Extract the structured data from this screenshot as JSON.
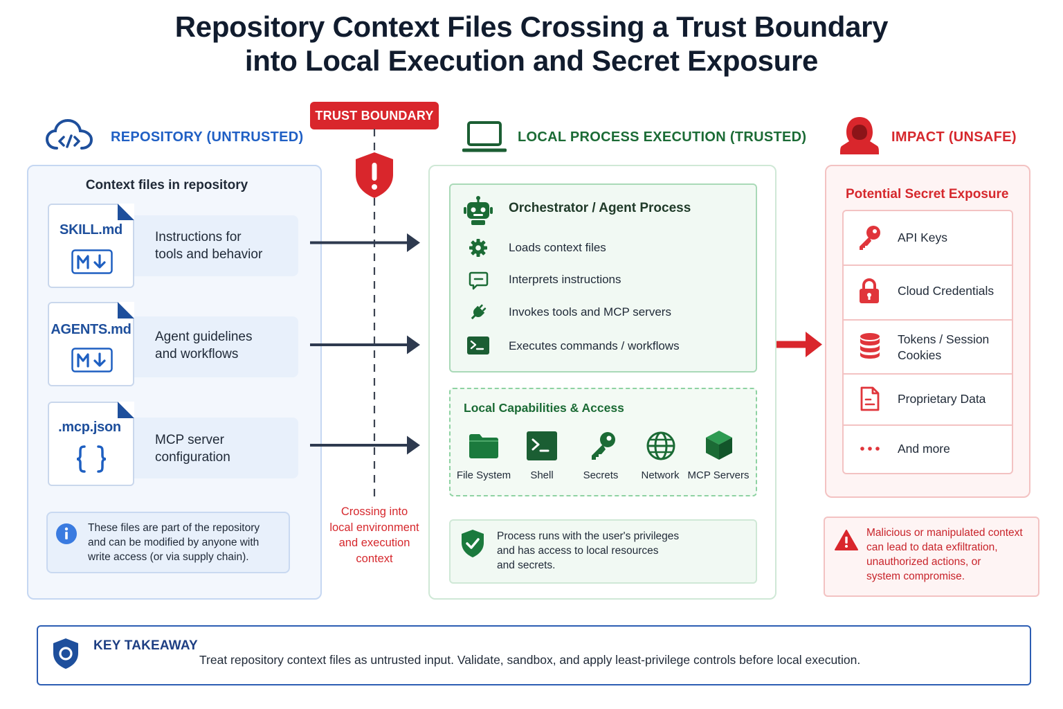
{
  "title_line1": "Repository Context Files Crossing a Trust Boundary",
  "title_line2": "into Local Execution and Secret Exposure",
  "repository": {
    "header": "REPOSITORY (UNTRUSTED)",
    "section_title": "Context files in repository",
    "files": [
      {
        "name": "SKILL.md",
        "desc_line1": "Instructions for",
        "desc_line2": "tools and behavior"
      },
      {
        "name": "AGENTS.md",
        "desc_line1": "Agent guidelines",
        "desc_line2": "and workflows"
      },
      {
        "name": ".mcp.json",
        "desc_line1": "MCP server",
        "desc_line2": "configuration"
      }
    ],
    "note_line1": "These files are part of the repository",
    "note_line2": "and can be modified by anyone with",
    "note_line3": "write access (or via supply chain)."
  },
  "boundary": {
    "label": "TRUST BOUNDARY",
    "caption_line1": "Crossing into",
    "caption_line2": "local environment",
    "caption_line3": "and execution",
    "caption_line4": "context"
  },
  "local": {
    "header": "LOCAL PROCESS EXECUTION (TRUSTED)",
    "orchestrator_title": "Orchestrator / Agent Process",
    "items": [
      {
        "label": "Loads context files",
        "icon": "gear-icon"
      },
      {
        "label": "Interprets instructions",
        "icon": "chat-icon"
      },
      {
        "label": "Invokes tools and MCP servers",
        "icon": "plug-icon"
      },
      {
        "label": "Executes commands / workflows",
        "icon": "terminal-icon"
      }
    ],
    "capabilities_title": "Local Capabilities & Access",
    "capabilities": [
      {
        "label": "File System",
        "icon": "folder-icon"
      },
      {
        "label": "Shell",
        "icon": "terminal-icon"
      },
      {
        "label": "Secrets",
        "icon": "key-icon"
      },
      {
        "label": "Network",
        "icon": "globe-icon"
      },
      {
        "label": "MCP Servers",
        "icon": "cube-icon"
      }
    ],
    "privilege_line1": "Process runs with the user's privileges",
    "privilege_line2": "and has access to local resources",
    "privilege_line3": "and secrets."
  },
  "impact": {
    "header": "IMPACT (UNSAFE)",
    "exposure_title": "Potential Secret Exposure",
    "items": [
      {
        "line1": "API Keys",
        "line2": "",
        "icon": "key-icon"
      },
      {
        "line1": "Cloud Credentials",
        "line2": "",
        "icon": "lock-icon"
      },
      {
        "line1": "Tokens / Session",
        "line2": "Cookies",
        "icon": "database-icon"
      },
      {
        "line1": "Proprietary Data",
        "line2": "",
        "icon": "document-icon"
      },
      {
        "line1": "And more",
        "line2": "",
        "icon": "ellipsis-icon"
      }
    ],
    "warning_line1": "Malicious or manipulated context",
    "warning_line2": "can lead to data exfiltration,",
    "warning_line3": "unauthorized actions, or",
    "warning_line4": "system compromise."
  },
  "takeaway": {
    "title": "KEY TAKEAWAY",
    "text": "Treat repository context files as untrusted input. Validate, sandbox, and apply least-privilege controls before local execution."
  },
  "colors": {
    "untrusted": "#1f5fc4",
    "trusted": "#1b6b35",
    "unsafe": "#d6282d",
    "takeaway_border": "#2c5db3"
  }
}
